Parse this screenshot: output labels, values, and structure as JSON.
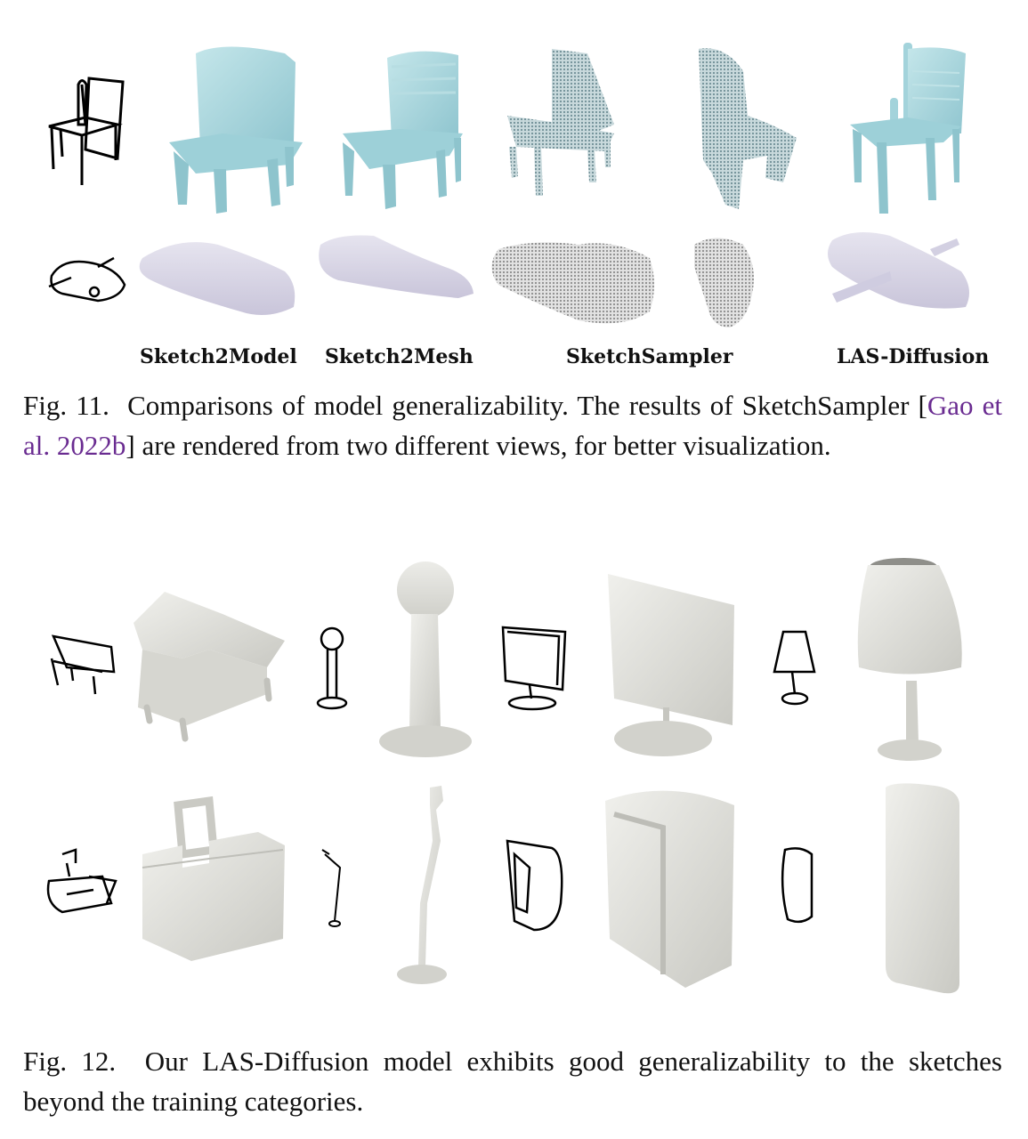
{
  "fig11": {
    "labels": [
      "Sketch2Model",
      "Sketch2Mesh",
      "SketchSampler",
      "LAS-Diffusion"
    ],
    "caption_prefix": "Fig. 11.",
    "caption_part1": "Comparisons of model generalizability. The results of SketchSampler [",
    "caption_cite": "Gao et al. 2022b",
    "caption_part2": "] are rendered from two different views, for better visualization."
  },
  "fig12": {
    "caption_prefix": "Fig. 12.",
    "caption_text": "Our LAS-Diffusion model exhibits good generalizability to the sketches beyond the training categories."
  },
  "colors": {
    "blue_mesh": "#a8d5dc",
    "lavender_mesh": "#d9d6e6",
    "gray_mesh": "#dcdcd6",
    "citation": "#6a2c91"
  }
}
